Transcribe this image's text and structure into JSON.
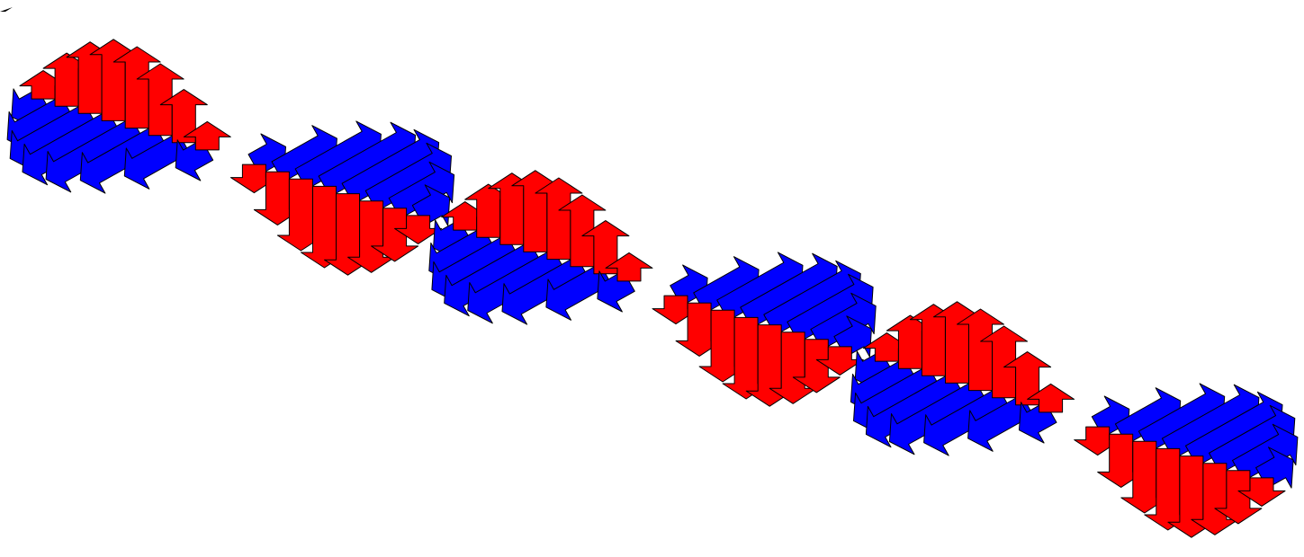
{
  "diagram": {
    "type": "electromagnetic-wave-vector-field",
    "cycles": 3,
    "arrows_per_half_cycle": 9,
    "fields": [
      {
        "field": "electric",
        "color": "#ff0000"
      },
      {
        "field": "magnetic",
        "color": "#0000ff"
      }
    ],
    "outline_color": "#000000"
  }
}
